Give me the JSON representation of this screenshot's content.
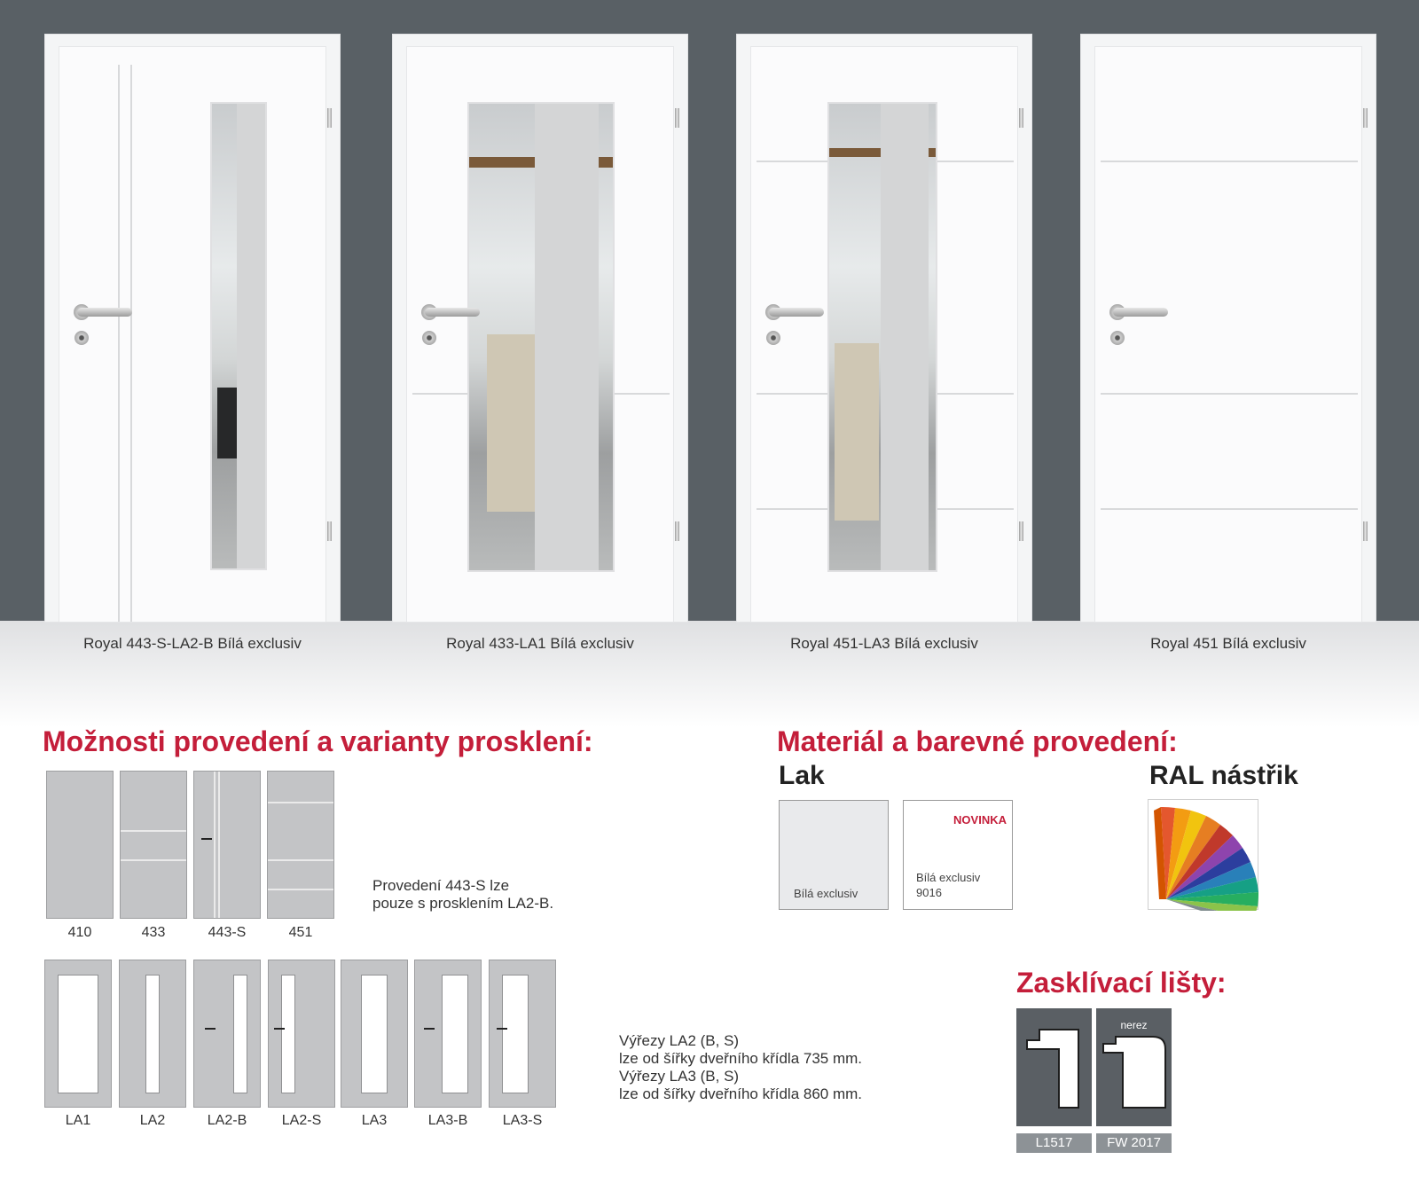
{
  "doors": [
    {
      "caption": "Royal 443-S-LA2-B Bílá exclusiv"
    },
    {
      "caption": "Royal 433-LA1 Bílá exclusiv"
    },
    {
      "caption": "Royal 451-LA3 Bílá exclusiv"
    },
    {
      "caption": "Royal 451 Bílá exclusiv"
    }
  ],
  "options": {
    "title": "Možnosti provedení a varianty prosklení:",
    "leaf_variants": [
      {
        "label": "410"
      },
      {
        "label": "433"
      },
      {
        "label": "443-S"
      },
      {
        "label": "451"
      }
    ],
    "leaf_note": "Provedení 443-S lze\npouze s prosklením LA2-B.",
    "glass_variants": [
      {
        "label": "LA1"
      },
      {
        "label": "LA2"
      },
      {
        "label": "LA2-B"
      },
      {
        "label": "LA2-S"
      },
      {
        "label": "LA3"
      },
      {
        "label": "LA3-B"
      },
      {
        "label": "LA3-S"
      }
    ],
    "glass_note": "Výřezy LA2 (B, S)\nlze od šířky dveřního křídla 735 mm.\nVýřezy LA3 (B, S)\nlze od šířky dveřního křídla 860 mm."
  },
  "material": {
    "title": "Materiál a barevné provedení:",
    "lak_heading": "Lak",
    "ral_heading": "RAL nástřik",
    "swatches": [
      {
        "label": "Bílá exclusiv",
        "badge": "",
        "color": "#e9eaec"
      },
      {
        "label": "Bílá exclusiv\n9016",
        "badge": "NOVINKA",
        "color": "#ffffff"
      }
    ],
    "badge_color": "#c41e3a"
  },
  "glazing": {
    "title": "Zasklívací lišty:",
    "profiles": [
      {
        "code": "L1517",
        "material": ""
      },
      {
        "code": "FW 2017",
        "material": "nerez"
      }
    ]
  },
  "colors": {
    "accent_red": "#c41e3a",
    "wall": "#596065"
  }
}
